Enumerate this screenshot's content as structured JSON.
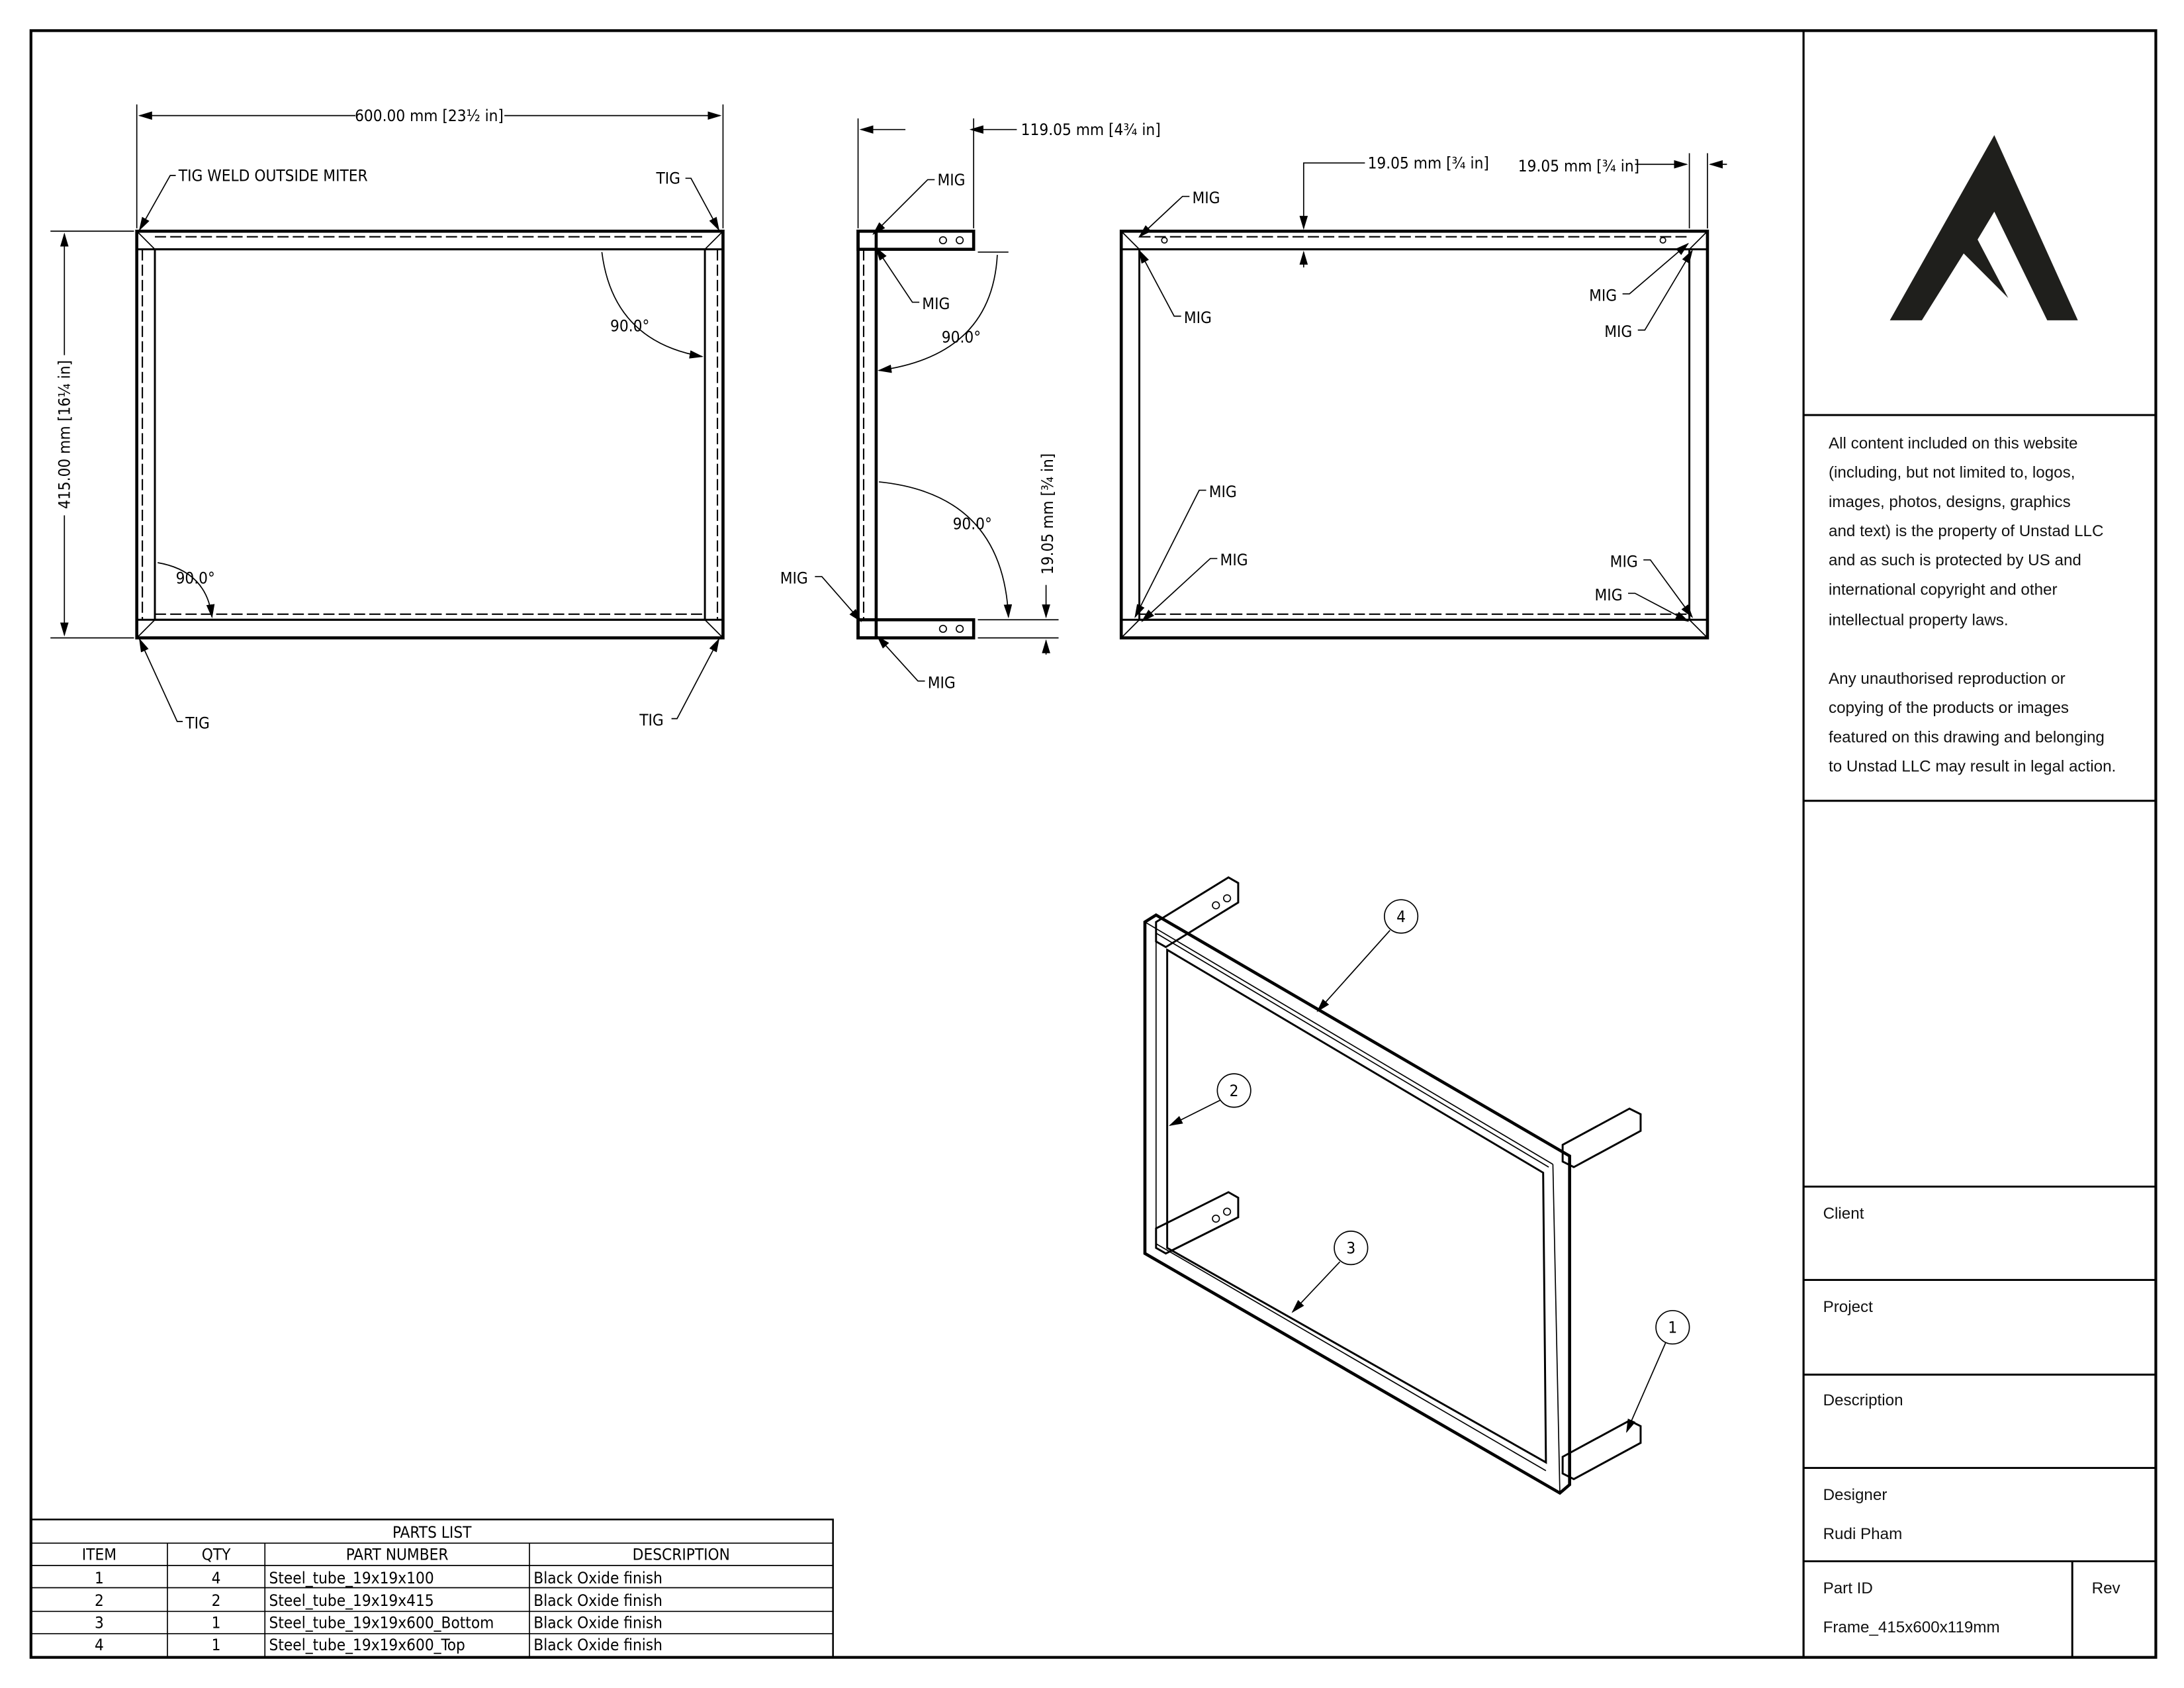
{
  "views": {
    "front": {
      "width_dim": "600.00 mm [23½ in]",
      "height_dim": "415.00 mm [16¼ in]",
      "weld_note_top_left": "TIG WELD OUTSIDE MITER",
      "weld_top_right": "TIG",
      "weld_bottom_left": "TIG",
      "weld_bottom_right": "TIG",
      "angle_top_right": "90.0°",
      "angle_bottom_left": "90.0°"
    },
    "side": {
      "depth_dim": "119.05 mm [4¾ in]",
      "tube_dim": "19.05 mm [¾ in]",
      "weld_top_1": "MIG",
      "weld_top_2": "MIG",
      "weld_bottom_1": "MIG",
      "weld_bottom_2": "MIG",
      "angle_top": "90.0°",
      "angle_bottom": "90.0°"
    },
    "top": {
      "tube_dim_1": "19.05 mm [¾ in]",
      "tube_dim_2": "19.05 mm [¾ in]",
      "welds": [
        "MIG",
        "MIG",
        "MIG",
        "MIG",
        "MIG",
        "MIG",
        "MIG",
        "MIG"
      ]
    },
    "iso": {
      "balloons": [
        "1",
        "2",
        "3",
        "4"
      ]
    }
  },
  "parts_list": {
    "title": "PARTS LIST",
    "headers": [
      "ITEM",
      "QTY",
      "PART NUMBER",
      "DESCRIPTION"
    ],
    "rows": [
      {
        "item": "1",
        "qty": "4",
        "part": "Steel_tube_19x19x100",
        "desc": "Black Oxide finish"
      },
      {
        "item": "2",
        "qty": "2",
        "part": "Steel_tube_19x19x415",
        "desc": "Black Oxide finish"
      },
      {
        "item": "3",
        "qty": "1",
        "part": "Steel_tube_19x19x600_Bottom",
        "desc": "Black Oxide finish"
      },
      {
        "item": "4",
        "qty": "1",
        "part": "Steel_tube_19x19x600_Top",
        "desc": "Black Oxide finish"
      }
    ]
  },
  "title_block": {
    "logo_color": "#1f1f1c",
    "copyright_lines_1": [
      "All content included on this website",
      "(including, but not limited to, logos,",
      "images, photos, designs, graphics",
      "and text) is the property of Unstad LLC",
      "and as such is protected by US and",
      "international copyright and other",
      "intellectual property laws."
    ],
    "copyright_lines_2": [
      "Any unauthorised reproduction or",
      "copying of the products or images",
      "featured on this drawing and belonging",
      "to Unstad LLC may result in legal action."
    ],
    "client_label": "Client",
    "project_label": "Project",
    "description_label": "Description",
    "designer_label": "Designer",
    "designer_value": "Rudi Pham",
    "part_id_label": "Part ID",
    "part_id_value": "Frame_415x600x119mm",
    "rev_label": "Rev"
  }
}
